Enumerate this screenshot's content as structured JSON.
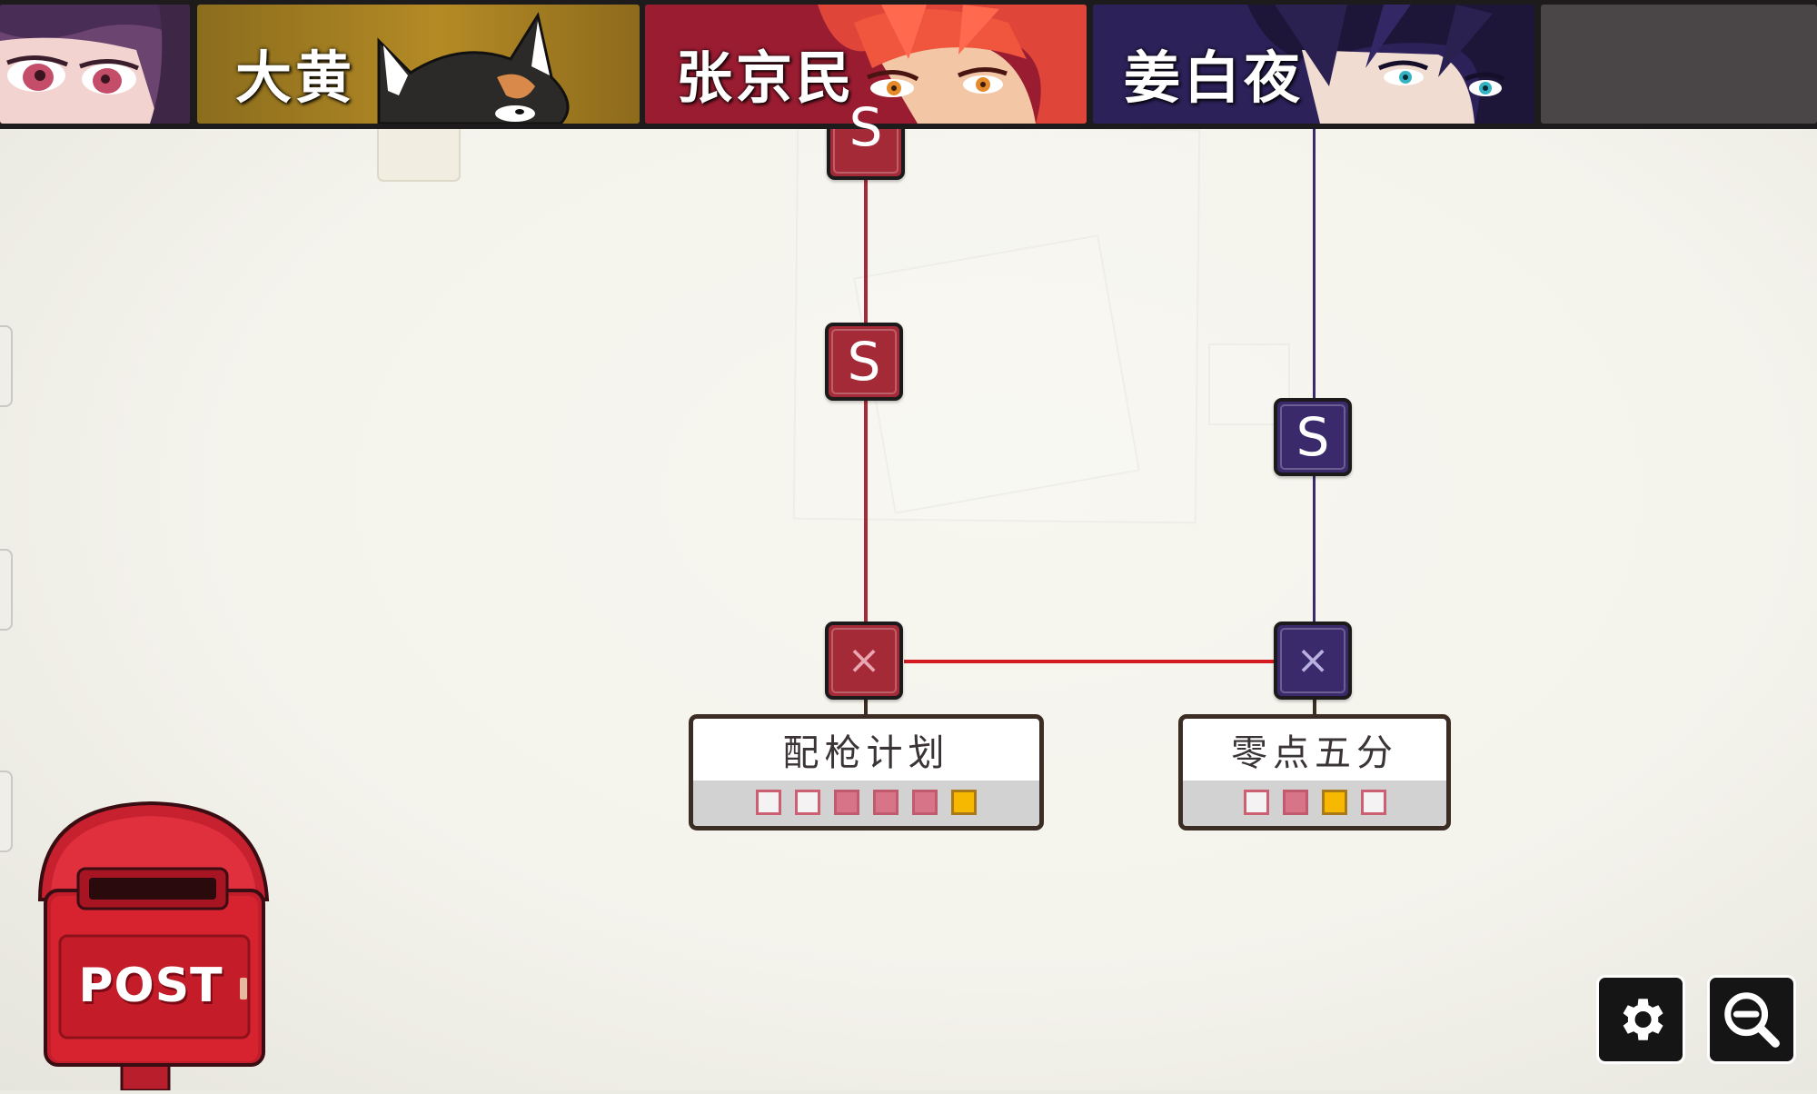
{
  "characters": [
    {
      "name": ""
    },
    {
      "name": "大黄"
    },
    {
      "name": "张京民"
    },
    {
      "name": "姜白夜"
    },
    {
      "name": ""
    }
  ],
  "colors": {
    "zhang_route": "#a52a37",
    "jiang_route": "#3a2a6c",
    "link": "#d61a22",
    "slot_pink": "#d77488",
    "slot_gold": "#f6b800"
  },
  "route_zhang": {
    "nodes": [
      {
        "type": "story",
        "glyph": "S"
      },
      {
        "type": "story",
        "glyph": "S"
      },
      {
        "type": "ending",
        "glyph": "×"
      }
    ],
    "chapter": {
      "title": "配枪计划",
      "slots": [
        "empty",
        "empty",
        "filled",
        "filled",
        "filled",
        "gold"
      ]
    }
  },
  "route_jiang": {
    "nodes": [
      {
        "type": "story",
        "glyph": "S"
      },
      {
        "type": "ending",
        "glyph": "×"
      }
    ],
    "chapter": {
      "title": "零点五分",
      "slots": [
        "empty",
        "filled",
        "gold",
        "empty"
      ]
    }
  },
  "post": {
    "label": "POST"
  },
  "controls": [
    {
      "name": "settings",
      "icon": "gear-icon"
    },
    {
      "name": "zoom-out",
      "icon": "zoom-out-icon"
    }
  ]
}
